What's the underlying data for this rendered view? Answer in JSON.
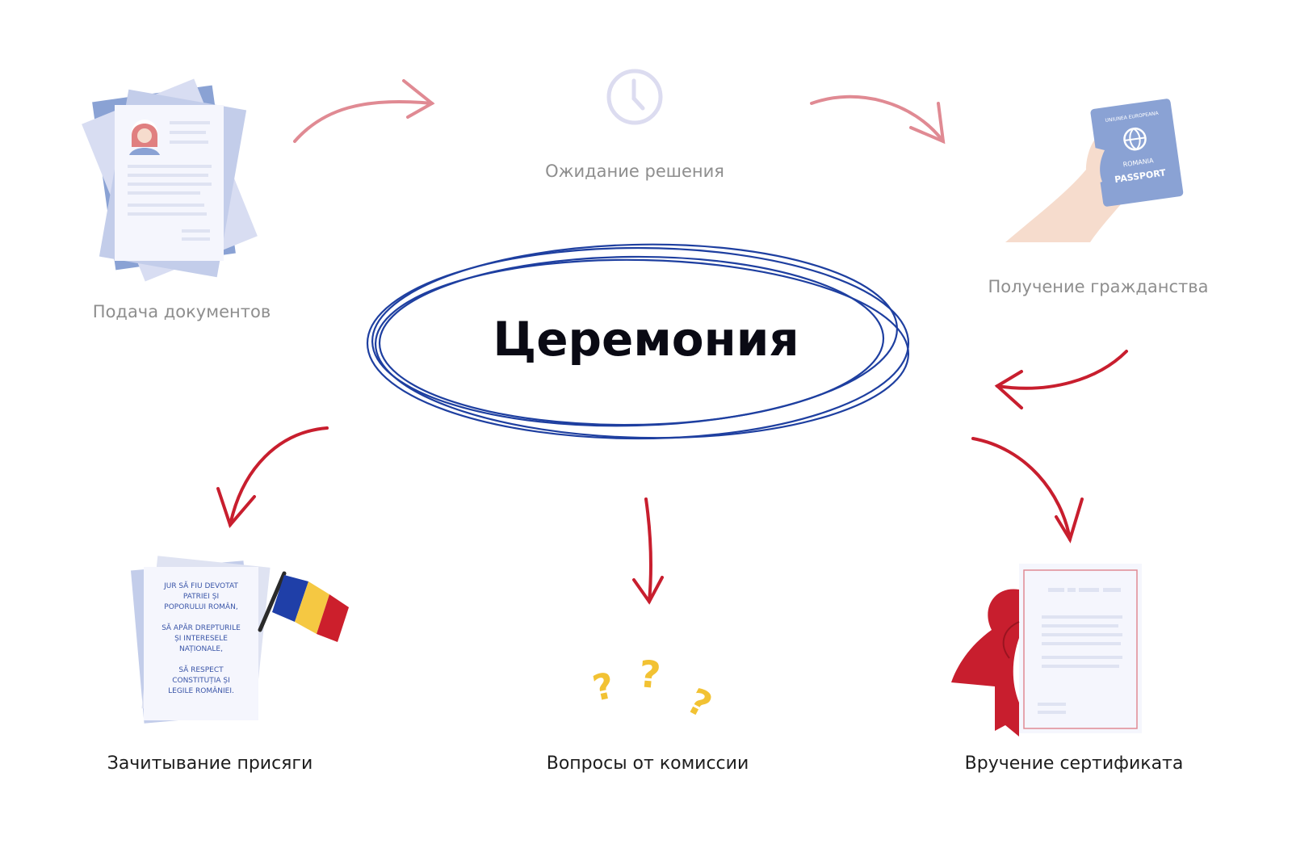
{
  "center": {
    "title": "Церемония"
  },
  "stages": {
    "submit_documents": "Подача документов",
    "await_decision": "Ожидание решения",
    "get_citizenship": "Получение гражданства",
    "read_oath": "Зачитывание присяги",
    "commission_questions": "Вопросы от комиссии",
    "certificate_handover": "Вручение сертификата"
  },
  "passport": {
    "union": "UNIUNEA EUROPEANA",
    "country": "ROMANIA",
    "type": "PASSPORT"
  },
  "oath": {
    "lines": [
      "JUR SĂ FIU DEVOTAT",
      "PATRIEI ȘI",
      "POPORULUI ROMÂN,",
      "SĂ APĂR DREPTURILE",
      "ȘI INTERESELE",
      "NAȚIONALE,",
      "SĂ RESPECT",
      "CONSTITUȚIA ȘI",
      "LEGILE ROMÂNIEI."
    ]
  },
  "questions": {
    "mark": "?"
  },
  "colors": {
    "ellipse": "#1e3fa0",
    "arrow_light": "#e08a93",
    "arrow_dark": "#c81e2e",
    "flag_blue": "#1f3fa8",
    "flag_yellow": "#f5c842",
    "flag_red": "#cc1f2c",
    "passport": "#8aa2d4",
    "question": "#f2c233"
  },
  "icons": [
    "documents-icon",
    "clock-icon",
    "passport-hand-icon",
    "oath-paper-icon",
    "romania-flag-icon",
    "question-marks-icon",
    "certificate-icon"
  ]
}
